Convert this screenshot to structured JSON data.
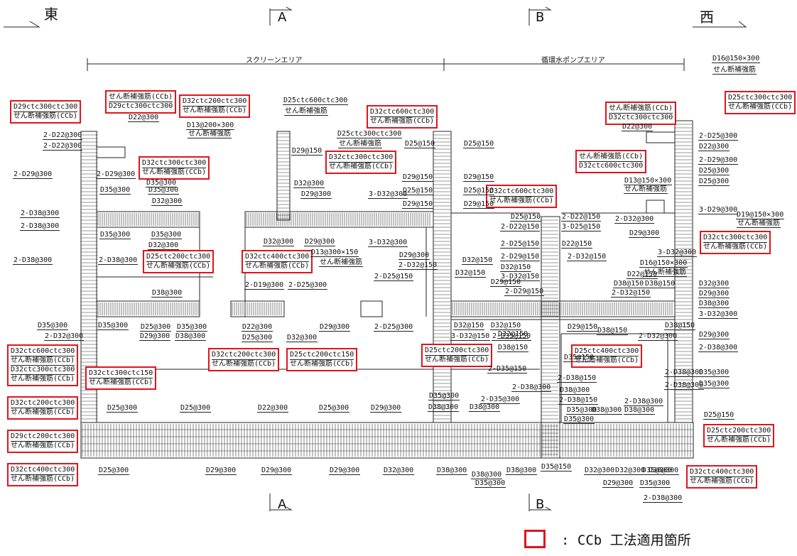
{
  "directions": {
    "east": "東",
    "west": "西"
  },
  "sections": {
    "a_top": "A",
    "b_top": "B",
    "a_bottom": "A",
    "b_bottom": "B"
  },
  "zones": {
    "screen": "スクリーンエリア",
    "pump": "循環水ポンプエリア"
  },
  "legend": {
    "text": ": CCb 工法適用箇所",
    "color": "#e0141e"
  },
  "ccb_boxes": [
    [
      "D29ctc300ctc300",
      "せん断補強筋(CCb)"
    ],
    [
      "せん断補強筋(CCb)",
      "D29ctc300ctc300"
    ],
    [
      "D32ctc200ctc300",
      "せん断補強筋(CCb)"
    ],
    [
      "D32ctc600ctc300",
      "せん断補強筋(CCb)"
    ],
    [
      "D32ctc300ctc300",
      "せん断補強筋(CCb)"
    ],
    [
      "D25ctc300ctc300",
      "せん断補強筋(CCb)"
    ],
    [
      "せん断補強筋(CCb)",
      "D32ctc300ctc300"
    ],
    [
      "D32ctc300ctc300",
      "せん断補強筋(CCb)"
    ],
    [
      "D32ctc600ctc300",
      "せん断補強筋(CCb)"
    ],
    [
      "せん断補強筋(CCb)",
      "D32ctc600ctc300"
    ],
    [
      "D32ctc300ctc300",
      "せん断補強筋(CCb)"
    ],
    [
      "D25ctc200ctc300",
      "せん断補強筋(CCb)"
    ],
    [
      "D32ctc400ctc300",
      "せん断補強筋(CCb)"
    ],
    [
      "D32ctc600ctc300",
      "せん断補強筋(CCb)",
      "D32ctc300ctc300",
      "せん断補強筋(CCb)"
    ],
    [
      "D32ctc300ctc150",
      "せん断補強筋(CCb)"
    ],
    [
      "D32ctc200ctc300",
      "せん断補強筋(CCb)"
    ],
    [
      "D25ctc200ctc150",
      "せん断補強筋(CCb)"
    ],
    [
      "D25ctc200ctc300",
      "せん断補強筋(CCb)"
    ],
    [
      "D25ctc400ctc300",
      "せん断補強筋(CCb)"
    ],
    [
      "D32ctc200ctc300",
      "せん断補強筋(CCb)"
    ],
    [
      "D29ctc200ctc300",
      "せん断補強筋(CCb)"
    ],
    [
      "D25ctc200ctc300",
      "せん断補強筋(CCb)"
    ],
    [
      "D32ctc400ctc300",
      "せん断補強筋(CCb)"
    ],
    [
      "D32ctc400ctc300",
      "せん断補強筋(CCb)"
    ]
  ],
  "labels": [
    "D16@150×300",
    "せん断補強筋",
    "D25ctc600ctc300",
    "せん断補強筋",
    "D13@200×300",
    "せん断補強筋",
    "D22@300",
    "D29@150",
    "D25ctc300ctc300",
    "せん断補強筋",
    "2-D22@300",
    "2-D22@300",
    "2-D29@300",
    "2-D29@300",
    "D35@300",
    "D35@300",
    "D32@300",
    "2-D38@300",
    "2-D38@300",
    "D35@300",
    "D35@300",
    "D35@300",
    "D32@300",
    "2-D38@300",
    "2-D38@300",
    "D32@300",
    "D29@300",
    "D32@300",
    "D29@300",
    "D13@300×150",
    "せん断補強筋",
    "D25@150",
    "D25@150",
    "D29@150",
    "D29@150",
    "D25@150",
    "D25@150",
    "D29@150",
    "D29@150",
    "3-D32@300",
    "3-D32@300",
    "D29@300",
    "2-D32@150",
    "2-D25@150",
    "D38@300",
    "2-D19@300",
    "2-D25@300",
    "D35@300",
    "2-D32@300",
    "D35@300",
    "D25@300",
    "D35@300",
    "D29@300",
    "D38@300",
    "D22@300",
    "D29@300",
    "D25@300",
    "D32@300",
    "2-D25@300",
    "D25@300",
    "D25@300",
    "D22@300",
    "D25@300",
    "D29@300",
    "D35@300",
    "D38@300",
    "D38@300",
    "D25@300",
    "D29@300",
    "D29@300",
    "D29@300",
    "D32@300",
    "D38@300",
    "D38@300",
    "D35@300",
    "D38@300",
    "D35@150",
    "D32@300",
    "D32@300",
    "D38@300",
    "D29@300",
    "D35@300",
    "D35@300",
    "2-D38@300",
    "D22@300",
    "2-D25@300",
    "D22@300",
    "2-D29@300",
    "D25@300",
    "D25@300",
    "D13@150×300",
    "せん断補強筋",
    "3-D29@300",
    "D19@150×300",
    "せん断補強筋",
    "2-D32@300",
    "D29@300",
    "3-D32@300",
    "D16@150×300",
    "せん断補強筋",
    "2-D32@150",
    "D38@150",
    "D38@150",
    "D22@150",
    "D32@300",
    "D29@300",
    "D38@300",
    "3-D32@300",
    "D29@150",
    "D38@150",
    "D38@150",
    "2-D32@300",
    "D29@300",
    "2-D38@300",
    "D35@300",
    "D35@300",
    "2-D38@300",
    "2-D38@300",
    "D25@150",
    "D25@150",
    "2-D22@150",
    "2-D22@150",
    "3-D25@150",
    "2-D25@150",
    "D22@150",
    "2-D32@150",
    "D32@150",
    "2-D29@150",
    "D32@150",
    "D32@150",
    "D29@150",
    "3-D32@150",
    "2-D29@150",
    "D32@150",
    "D32@150",
    "D32@150",
    "3-D32@150",
    "2-D35@150",
    "D38@150",
    "2-D35@150",
    "D35@150",
    "2-D38@150",
    "2-D38@300",
    "2-D35@300",
    "D38@300",
    "2-D38@150",
    "D35@300",
    "D38@300",
    "D35@300",
    "2-D38@300",
    "D38@300"
  ]
}
